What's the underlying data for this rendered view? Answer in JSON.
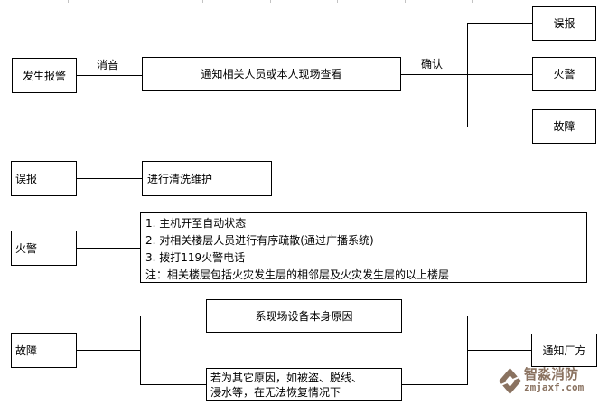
{
  "diagram": {
    "nodes": {
      "start": "发生报警",
      "notify": "通知相关人员或本人现场查看",
      "result_false": "误报",
      "result_fire": "火警",
      "result_fault": "故障",
      "false_row": "误报",
      "false_action": "进行清洗维护",
      "fire_row": "火警",
      "fire_steps": [
        "1. 主机开至自动状态",
        "2. 对相关楼层人员进行有序疏散(通过广播系统)",
        "3. 拨打119火警电话",
        "注：相关楼层包括火灾发生层的相邻层及火灾发生层的以上楼层"
      ],
      "fault_row": "故障",
      "fault_equipment": "系现场设备本身原因",
      "fault_other_line1": "若为其它原因，如被盗、脱线、",
      "fault_other_line2": "浸水等，在无法恢复情况下",
      "notify_maker": "通知厂方"
    },
    "edge_labels": {
      "mute": "消音",
      "confirm": "确认"
    }
  },
  "watermark": {
    "brand": "智淼消防",
    "domain": "zmjaxf.com",
    "color": "#8a7260"
  }
}
